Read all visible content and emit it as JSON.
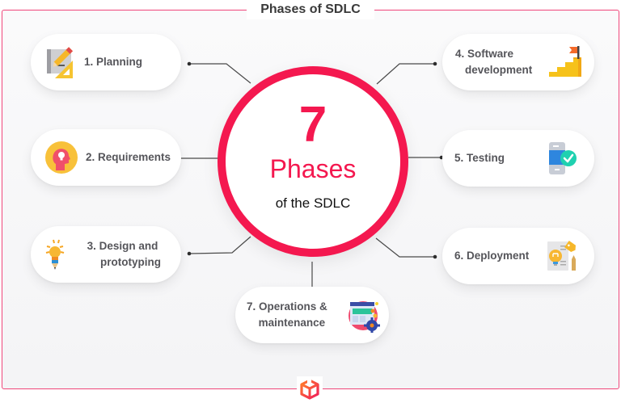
{
  "header": {
    "title": "Phases of SDLC"
  },
  "center": {
    "number": "7",
    "headline": "Phases",
    "subtitle": "of the SDLC"
  },
  "colors": {
    "accent": "#f4184f",
    "frame": "#f0467a",
    "text": "#55555a"
  },
  "phases": [
    {
      "label_line1": "1. Planning",
      "label_line2": "",
      "icon": "planning-blueprint-icon"
    },
    {
      "label_line1": "2. Requirements",
      "label_line2": "",
      "icon": "requirements-head-idea-icon"
    },
    {
      "label_line1": "3. Design and",
      "label_line2": "prototyping",
      "icon": "design-lightbulb-pencil-icon"
    },
    {
      "label_line1": "4. Software",
      "label_line2": "development",
      "icon": "development-stairs-flag-icon"
    },
    {
      "label_line1": "5. Testing",
      "label_line2": "",
      "icon": "testing-phone-check-icon"
    },
    {
      "label_line1": "6. Deployment",
      "label_line2": "",
      "icon": "deployment-document-lightbulb-icon"
    },
    {
      "label_line1": "7. Operations &",
      "label_line2": "maintenance",
      "icon": "operations-window-gear-icon"
    }
  ],
  "footer": {
    "logo": "cube-logo-icon"
  }
}
